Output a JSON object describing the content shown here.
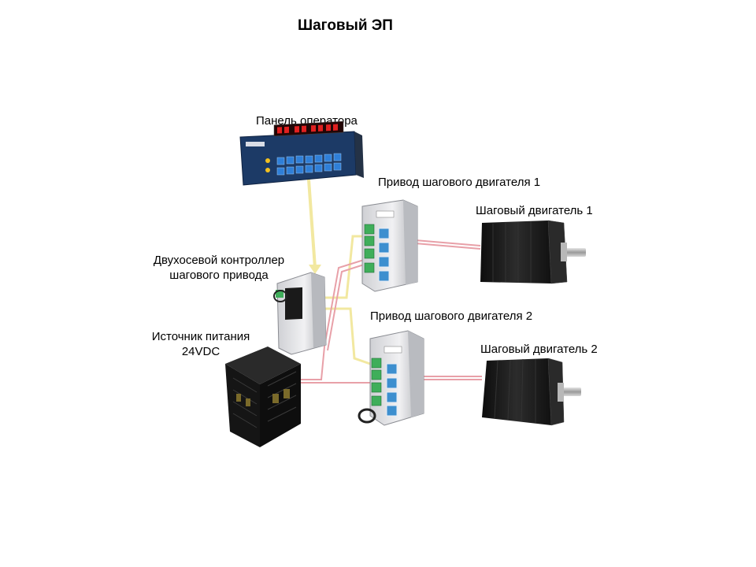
{
  "title": "Шаговый ЭП",
  "labels": {
    "operator_panel": "Панель оператора",
    "driver_1": "Привод шагового двигателя 1",
    "motor_1": "Шаговый двигатель 1",
    "controller_line1": "Двухосевой контроллер",
    "controller_line2": "шагового привода",
    "driver_2": "Привод шагового двигателя 2",
    "power_line1": "Источник питания",
    "power_line2": "24VDC",
    "motor_2": "Шаговый двигатель 2"
  },
  "colors": {
    "signal_cable": "#f2e8a0",
    "power_cable": "#e8a0a8",
    "panel_body": "#1c3a66",
    "display_digits": "#e02020",
    "panel_keys": "#2f7fd8",
    "module_case": "#e8e8ea",
    "terminal_green": "#3fae5a",
    "motor_body": "#1e1e1e",
    "psu_body": "#151515"
  }
}
